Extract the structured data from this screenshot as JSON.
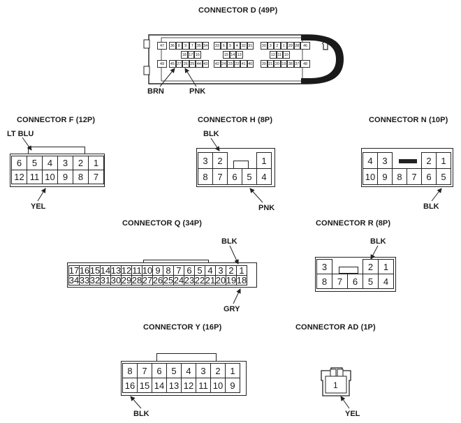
{
  "connector_d": {
    "title": "CONNECTOR D (49P)",
    "labels": {
      "left": "BRN",
      "right": "PNK"
    },
    "rows": [
      {
        "group1": [
          "47",
          "36",
          "8",
          "9",
          "7",
          "35",
          "34"
        ],
        "group2": [
          "33",
          "6",
          "5",
          "4",
          "32",
          "31"
        ],
        "group3": [
          "30",
          "3",
          "2",
          "1",
          "29",
          "28",
          "46"
        ]
      },
      {
        "group1": [
          "18",
          "17",
          "16"
        ],
        "group2": [
          "15",
          "14",
          "13"
        ],
        "group3": [
          "12",
          "11",
          "10"
        ]
      },
      {
        "group1": [
          "49",
          "45",
          "27",
          "26",
          "25",
          "44",
          "43"
        ],
        "group2": [
          "42",
          "24",
          "23",
          "22",
          "41",
          "40"
        ],
        "group3": [
          "39",
          "21",
          "20",
          "19",
          "38",
          "37",
          "48"
        ]
      }
    ]
  },
  "connector_f": {
    "title": "CONNECTOR F (12P)",
    "labels": {
      "top": "LT BLU",
      "bottom": "YEL"
    },
    "rows": [
      [
        "6",
        "5",
        "4",
        "3",
        "2",
        "1"
      ],
      [
        "12",
        "11",
        "10",
        "9",
        "8",
        "7"
      ]
    ]
  },
  "connector_h": {
    "title": "CONNECTOR H (8P)",
    "labels": {
      "top": "BLK",
      "bottom": "PNK"
    },
    "rows": [
      [
        "3",
        "2",
        "",
        "",
        "1"
      ],
      [
        "8",
        "7",
        "6",
        "5",
        "4"
      ]
    ]
  },
  "connector_n": {
    "title": "CONNECTOR N (10P)",
    "labels": {
      "bottom": "BLK"
    },
    "rows": [
      [
        "4",
        "3",
        "",
        "",
        "2",
        "1"
      ],
      [
        "10",
        "9",
        "8",
        "7",
        "6",
        "5"
      ]
    ]
  },
  "connector_q": {
    "title": "CONNECTOR Q (34P)",
    "labels": {
      "top": "BLK",
      "bottom": "GRY"
    },
    "rows": [
      [
        "17",
        "16",
        "15",
        "14",
        "13",
        "12",
        "11",
        "10",
        "9",
        "8",
        "7",
        "6",
        "5",
        "4",
        "3",
        "2",
        "1"
      ],
      [
        "34",
        "33",
        "32",
        "31",
        "30",
        "29",
        "28",
        "27",
        "26",
        "25",
        "24",
        "23",
        "22",
        "21",
        "20",
        "19",
        "18"
      ]
    ]
  },
  "connector_r": {
    "title": "CONNECTOR R (8P)",
    "labels": {
      "top": "BLK"
    },
    "rows": [
      [
        "3",
        "",
        "",
        "2",
        "1"
      ],
      [
        "8",
        "7",
        "6",
        "5",
        "4"
      ]
    ]
  },
  "connector_y": {
    "title": "CONNECTOR Y (16P)",
    "labels": {
      "bottom": "BLK"
    },
    "rows": [
      [
        "8",
        "7",
        "6",
        "5",
        "4",
        "3",
        "2",
        "1"
      ],
      [
        "16",
        "15",
        "14",
        "13",
        "12",
        "11",
        "10",
        "9"
      ]
    ]
  },
  "connector_ad": {
    "title": "CONNECTOR AD (1P)",
    "labels": {
      "bottom": "YEL"
    },
    "rows": [
      [
        "1"
      ]
    ]
  }
}
